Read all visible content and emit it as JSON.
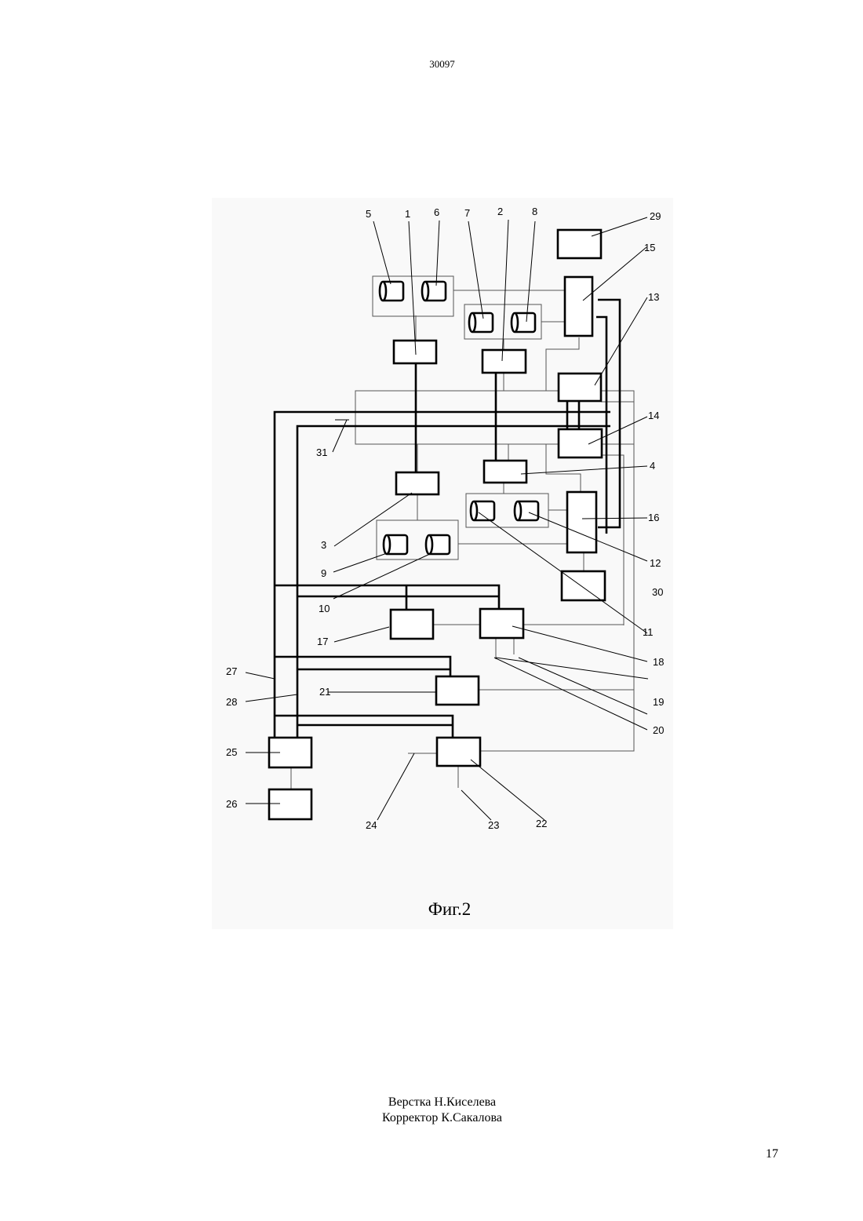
{
  "header": {
    "doc_number": "30097"
  },
  "figure": {
    "caption": "Фиг.2",
    "labels": [
      "1",
      "2",
      "3",
      "4",
      "5",
      "6",
      "7",
      "8",
      "9",
      "10",
      "11",
      "12",
      "13",
      "14",
      "15",
      "16",
      "17",
      "18",
      "19",
      "20",
      "21",
      "22",
      "23",
      "24",
      "25",
      "26",
      "27",
      "28",
      "29",
      "30",
      "31"
    ]
  },
  "footer": {
    "layout_credit": "Верстка Н.Киселева",
    "proof_credit": "Корректор К.Сакалова",
    "page_number": "17"
  }
}
